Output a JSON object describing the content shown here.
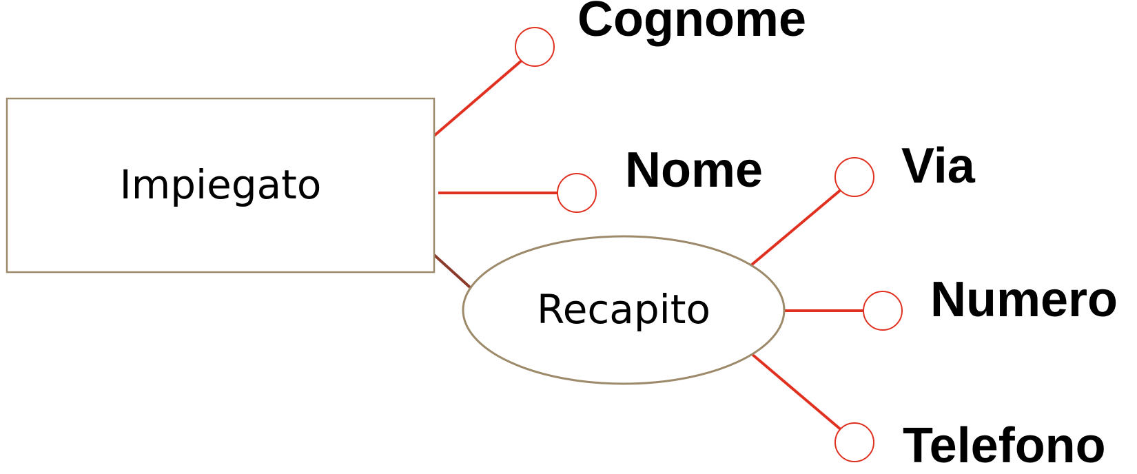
{
  "entity": {
    "label": "Impiegato"
  },
  "composite_attribute": {
    "label": "Recapito"
  },
  "attributes": {
    "cognome": "Cognome",
    "nome": "Nome",
    "via": "Via",
    "numero": "Numero",
    "telefono": "Telefono"
  },
  "colors": {
    "attribute_edge": "#e03020",
    "attribute_circle_stroke": "#e03020",
    "composite_edge": "#8b3a2a",
    "shape_stroke": "#9c8a6a",
    "text": "#000000",
    "background": "#ffffff"
  }
}
